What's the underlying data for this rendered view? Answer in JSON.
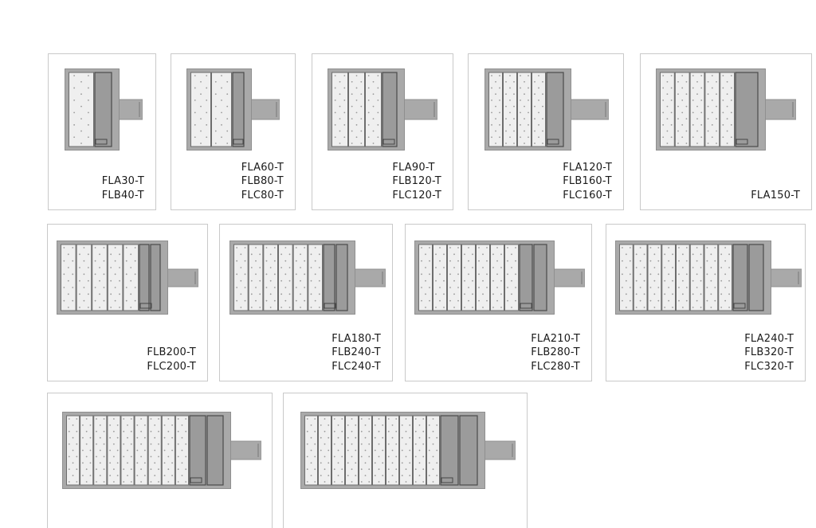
{
  "colors": {
    "housing": "#a9a9a9",
    "housing_edge": "#8f8f8f",
    "led_panel": "#efefef",
    "driver": "#9b9b9b",
    "card_border": "#c9c9c9",
    "label_text": "#1a1a1a"
  },
  "products": [
    {
      "labels": [
        "FLA30-T",
        "FLB40-T"
      ],
      "led_modules": 1,
      "driver_modules": 1
    },
    {
      "labels": [
        "FLA60-T",
        "FLB80-T",
        "FLC80-T"
      ],
      "led_modules": 2,
      "driver_modules": 1
    },
    {
      "labels": [
        "FLA90-T",
        "FLB120-T",
        "FLC120-T"
      ],
      "led_modules": 3,
      "driver_modules": 1
    },
    {
      "labels": [
        "FLA120-T",
        "FLB160-T",
        "FLC160-T"
      ],
      "led_modules": 4,
      "driver_modules": 1
    },
    {
      "labels": [
        "FLA150-T"
      ],
      "led_modules": 5,
      "driver_modules": 1
    },
    {
      "labels": [
        "FLB200-T",
        "FLC200-T"
      ],
      "led_modules": 5,
      "driver_modules": 2
    },
    {
      "labels": [
        "FLA180-T",
        "FLB240-T",
        "FLC240-T"
      ],
      "led_modules": 6,
      "driver_modules": 2
    },
    {
      "labels": [
        "FLA210-T",
        "FLB280-T",
        "FLC280-T"
      ],
      "led_modules": 7,
      "driver_modules": 2
    },
    {
      "labels": [
        "FLA240-T",
        "FLB320-T",
        "FLC320-T"
      ],
      "led_modules": 8,
      "driver_modules": 2
    },
    {
      "labels": [],
      "led_modules": 9,
      "driver_modules": 2
    },
    {
      "labels": [],
      "led_modules": 10,
      "driver_modules": 2
    }
  ]
}
